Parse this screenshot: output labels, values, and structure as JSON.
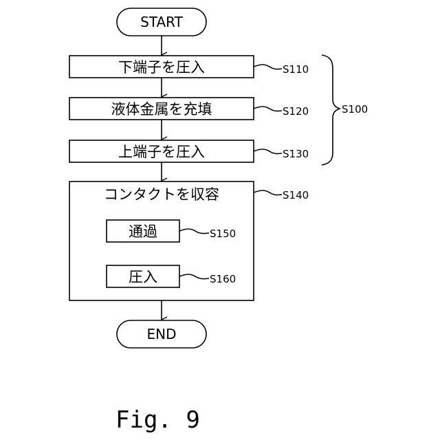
{
  "flow": {
    "start": "START",
    "end": "END",
    "steps": [
      {
        "label": "下端子を圧入",
        "ref": "S110"
      },
      {
        "label": "液体金属を充填",
        "ref": "S120"
      },
      {
        "label": "上端子を圧入",
        "ref": "S130"
      }
    ],
    "group_ref": "S100",
    "contact": {
      "label": "コンタクトを収容",
      "ref": "S140",
      "substeps": [
        {
          "label": "通過",
          "ref": "S150"
        },
        {
          "label": "圧入",
          "ref": "S160"
        }
      ]
    }
  },
  "caption": "Fig. 9"
}
